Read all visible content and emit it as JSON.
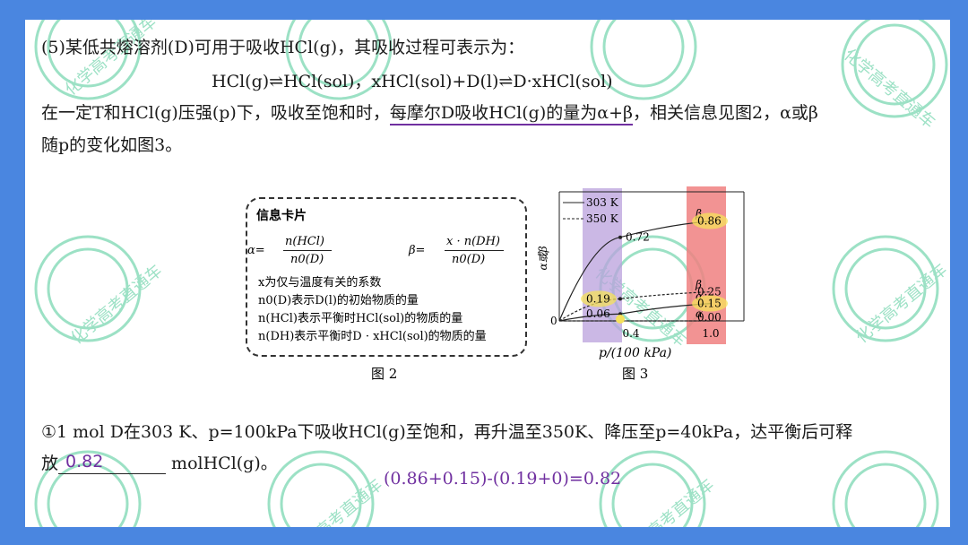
{
  "watermark": {
    "text": "化学高考直通车"
  },
  "problem": {
    "intro": "(5)某低共熔溶剂(D)可用于吸收HCl(g)，其吸收过程可表示为：",
    "equation": "HCl(g)⇌HCl(sol)，xHCl(sol)+D(l)⇌D·xHCl(sol)",
    "condition_prefix": "在一定T和HCl(g)压强(p)下，吸收至饱和时，",
    "condition_highlight": "每摩尔D吸收HCl(g)的量为α+β",
    "condition_suffix": "，相关信息见图2，α或β",
    "condition_line2": "随p的变化如图3。"
  },
  "info_card": {
    "title": "信息卡片",
    "alpha_symbol": "α=",
    "alpha_numerator": "n(HCl)",
    "alpha_denominator": "n0(D)",
    "beta_symbol": "β=",
    "beta_numerator": "x · n(DH)",
    "beta_denominator": "n0(D)",
    "lines": [
      "x为仅与温度有关的系数",
      "n0(D)表示D(l)的初始物质的量",
      "n(HCl)表示平衡时HCl(sol)的物质的量",
      "n(DH)表示平衡时D · xHCl(sol)的物质的量"
    ],
    "caption": "图 2"
  },
  "chart_data": {
    "type": "line",
    "caption": "图 3",
    "xlabel": "p/(100 kPa)",
    "ylabel": "α或β",
    "legend": [
      "303 K",
      "350 K"
    ],
    "x_ticks": [
      "0.4",
      "1.0"
    ],
    "y_origin_label": "0",
    "series": [
      {
        "name": "303 K",
        "label": "β",
        "x": [
          0,
          0.4,
          1.0
        ],
        "y": [
          0,
          0.72,
          0.86
        ]
      },
      {
        "name": "350 K",
        "label": "β",
        "x": [
          0,
          0.4,
          1.0
        ],
        "y": [
          0,
          0.19,
          0.25
        ]
      },
      {
        "name": "303 K",
        "label": "α",
        "x": [
          0,
          0.4,
          1.0
        ],
        "y": [
          0,
          0.06,
          0.15
        ]
      },
      {
        "name": "350 K",
        "label": "α",
        "x": [
          0,
          0.4,
          1.0
        ],
        "y": [
          0,
          0.0,
          0.0
        ]
      }
    ],
    "value_labels": [
      "0.72",
      "0.86",
      "0.19",
      "0.25",
      "0.06",
      "0.15",
      "0.00"
    ],
    "highlight_colors": {
      "purple_band": "#b9a0dc",
      "red_band": "#f08080",
      "yellow_mark": "#f5e15a"
    }
  },
  "question": {
    "line1": "①1 mol D在303 K、p=100kPa下吸收HCl(g)至饱和，再升温至350K、降压至p=40kPa，达平衡后可释",
    "line2_prefix": "放",
    "answer": "0.82",
    "line2_suffix": " molHCl(g)。",
    "solution": "(0.86+0.15)-(0.19+0)=0.82"
  },
  "colors": {
    "background": "#4a86e0",
    "accent_purple": "#7030a0",
    "watermark_green": "#3cc48c"
  }
}
